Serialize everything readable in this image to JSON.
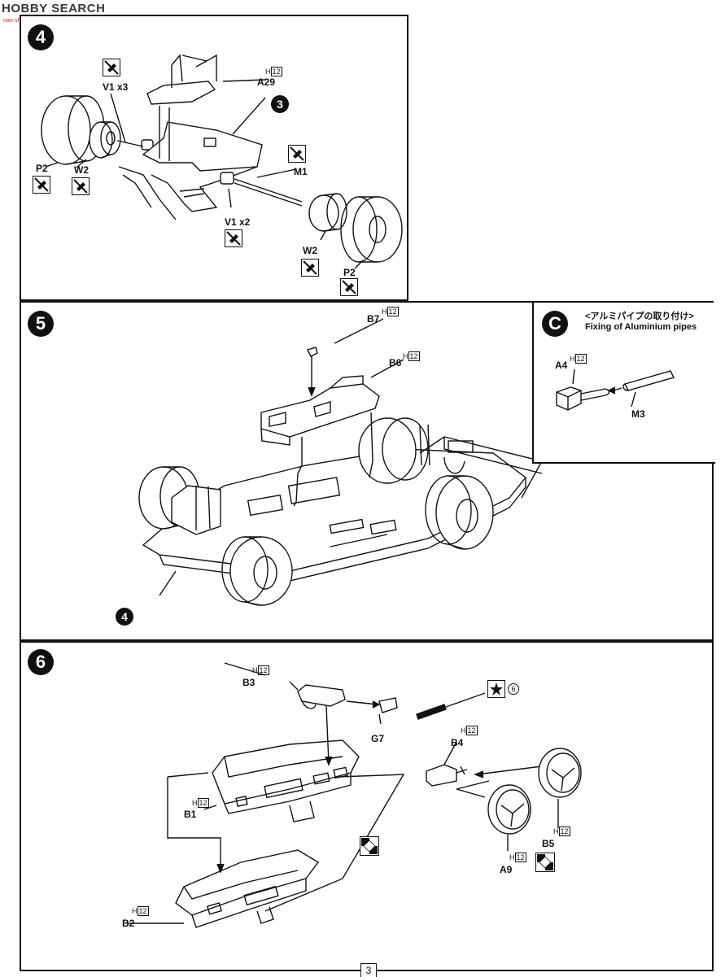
{
  "watermark": {
    "text": "HOBBY SEARCH",
    "sub": "nao-shop.com"
  },
  "steps": {
    "step4": {
      "number": "4",
      "subassembly_ref": "3",
      "labels": {
        "a29": "A29",
        "a29_code": "12",
        "v1x3": "V1 x3",
        "v1x2": "V1 x2",
        "m1": "M1",
        "p2_left": "P2",
        "w2_left": "W2",
        "w2_right": "W2",
        "p2_right": "P2"
      }
    },
    "step5": {
      "number": "5",
      "subassembly_ref": "4",
      "labels": {
        "b7": "B7",
        "b7_code": "12",
        "b6": "B6",
        "b6_code": "12"
      }
    },
    "stepC": {
      "letter": "C",
      "title_jp": "<アルミパイプの取り付け>",
      "title_en": "Fixing of Aluminium pipes",
      "labels": {
        "a4": "A4",
        "a4_code": "12",
        "m3": "M3"
      }
    },
    "step6": {
      "number": "6",
      "labels": {
        "b3": "B3",
        "b3_code": "12",
        "g7": "G7",
        "decal_num": "6",
        "b4": "B4",
        "b4_code": "12",
        "b1": "B1",
        "b1_code": "12",
        "b5": "B5",
        "b5_code": "12",
        "a9": "A9",
        "a9_code": "12",
        "b2": "B2",
        "b2_code": "12"
      }
    }
  },
  "color_prefix": "H",
  "page_number": "3",
  "icons": {
    "cement": "glue-icon",
    "paint": "paint-checker-icon",
    "decal": "decal-star-icon"
  }
}
